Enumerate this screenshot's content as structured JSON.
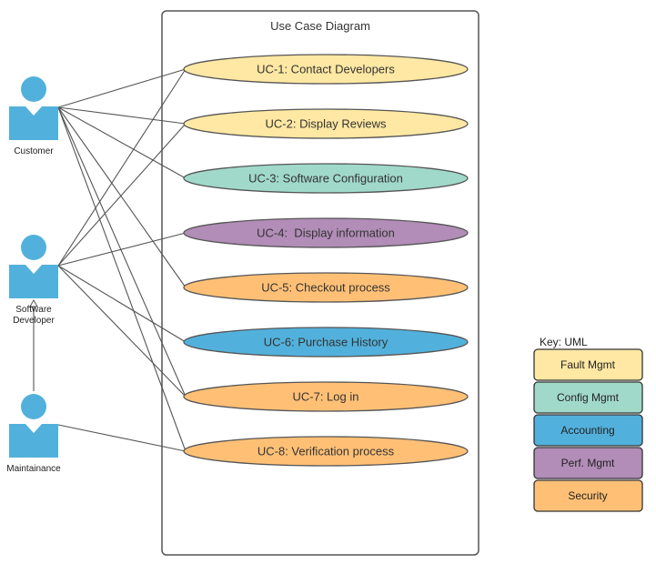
{
  "diagram": {
    "title": "Use Case Diagram",
    "actors": [
      {
        "id": "customer",
        "label_lines": [
          "Customer"
        ]
      },
      {
        "id": "software-developer",
        "label_lines": [
          "Software",
          "Developer"
        ]
      },
      {
        "id": "maintainance",
        "label_lines": [
          "Maintainance"
        ]
      }
    ],
    "use_cases": [
      {
        "id": "uc1",
        "label": "UC-1: Contact Developers",
        "category": "fault"
      },
      {
        "id": "uc2",
        "label": "UC-2: Display Reviews",
        "category": "fault"
      },
      {
        "id": "uc3",
        "label": "UC-3: Software Configuration",
        "category": "config"
      },
      {
        "id": "uc4",
        "label": "UC-4:  Display information",
        "category": "perf"
      },
      {
        "id": "uc5",
        "label": "UC-5: Checkout process",
        "category": "security"
      },
      {
        "id": "uc6",
        "label": "UC-6: Purchase History",
        "category": "accounting"
      },
      {
        "id": "uc7",
        "label": "UC-7: Log in",
        "category": "security"
      },
      {
        "id": "uc8",
        "label": "UC-8: Verification process",
        "category": "security"
      }
    ],
    "associations": [
      {
        "actor": "customer",
        "use_case": "uc1"
      },
      {
        "actor": "customer",
        "use_case": "uc2"
      },
      {
        "actor": "customer",
        "use_case": "uc3"
      },
      {
        "actor": "customer",
        "use_case": "uc5"
      },
      {
        "actor": "customer",
        "use_case": "uc7"
      },
      {
        "actor": "customer",
        "use_case": "uc8"
      },
      {
        "actor": "software-developer",
        "use_case": "uc1"
      },
      {
        "actor": "software-developer",
        "use_case": "uc2"
      },
      {
        "actor": "software-developer",
        "use_case": "uc4"
      },
      {
        "actor": "software-developer",
        "use_case": "uc6"
      },
      {
        "actor": "software-developer",
        "use_case": "uc7"
      },
      {
        "actor": "maintainance",
        "use_case": "uc8"
      }
    ],
    "generalizations": [
      {
        "from": "maintainance",
        "to": "software-developer"
      }
    ]
  },
  "key": {
    "title": "Key: UML",
    "items": [
      {
        "id": "fault",
        "label": "Fault Mgmt",
        "color": "#FFE8A3"
      },
      {
        "id": "config",
        "label": "Config Mgmt",
        "color": "#A0D9C9"
      },
      {
        "id": "accounting",
        "label": "Accounting",
        "color": "#52B1DC"
      },
      {
        "id": "perf",
        "label": "Perf. Mgmt",
        "color": "#B28DB8"
      },
      {
        "id": "security",
        "label": "Security",
        "color": "#FFC076"
      }
    ]
  },
  "colors": {
    "actor": "#52B1DC",
    "line": "#555555",
    "border": "#555555"
  },
  "icons": {
    "actor": "user-actor-icon"
  }
}
